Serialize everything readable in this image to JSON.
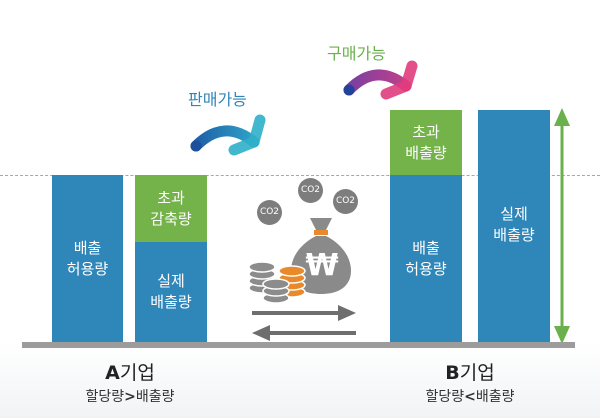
{
  "colors": {
    "bar_blue": "#2f86b9",
    "bar_green": "#74b24a",
    "sell_text": "#2f86b9",
    "buy_text": "#6ab04c",
    "baseline": "#9c9c9c",
    "icon_gray": "#8a8a8a",
    "coin_orange": "#e88a2c",
    "range_arrow": "#6ab04c"
  },
  "company_a": {
    "name_letter": "A",
    "name_suffix": "기업",
    "relation": {
      "left": "할당량",
      "op": ">",
      "right": "배출량"
    },
    "bars": [
      {
        "segments": [
          {
            "label_line1": "배출",
            "label_line2": "허용량",
            "color": "blue"
          }
        ]
      },
      {
        "segments": [
          {
            "label_line1": "초과",
            "label_line2": "감축량",
            "color": "green"
          },
          {
            "label_line1": "실제",
            "label_line2": "배출량",
            "color": "blue"
          }
        ]
      }
    ]
  },
  "company_b": {
    "name_letter": "B",
    "name_suffix": "기업",
    "relation": {
      "left": "할당량",
      "op": "<",
      "right": "배출량"
    },
    "bars": [
      {
        "segments": [
          {
            "label_line1": "초과",
            "label_line2": "배출량",
            "color": "green"
          },
          {
            "label_line1": "배출",
            "label_line2": "허용량",
            "color": "blue"
          }
        ]
      },
      {
        "segments": [
          {
            "label_line1": "실제",
            "label_line2": "배출량",
            "color": "blue"
          }
        ]
      }
    ]
  },
  "arrows": {
    "sell_label": "판매가능",
    "buy_label": "구매가능"
  },
  "market_icon": {
    "co2_bubbles": [
      "CO2",
      "CO2",
      "CO2"
    ],
    "currency_symbol": "₩"
  }
}
